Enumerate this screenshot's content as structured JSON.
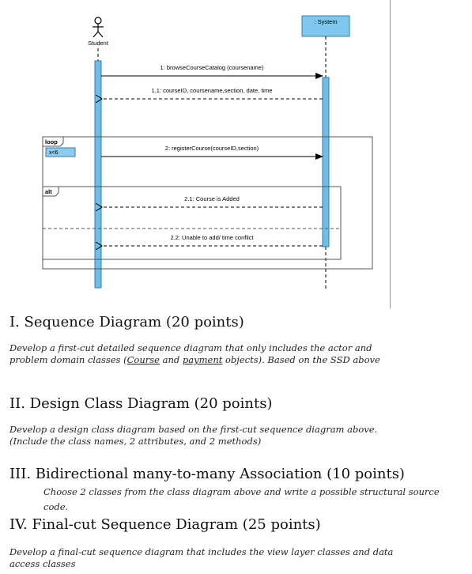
{
  "diagram": {
    "actor_label": "Student",
    "system_label": ": System",
    "msg1": "1: browseCourseCatalog (coursename)",
    "msg1_1": "1.1: courseID, coursename,section, date, time",
    "loop_tag": "loop",
    "loop_guard": "x<6",
    "msg2": "2: registerCourse(courseID,section)",
    "alt_tag": "alt",
    "msg2_1": "2.1: Course is Added",
    "msg2_2": "2.2: Unable to add/ time conflict"
  },
  "sections": [
    {
      "title": "I. Sequence Diagram (20 points)",
      "line1": "Develop a first-cut detailed sequence diagram that only includes the actor and",
      "line2_pre": "problem domain classes (",
      "line2_u1": "Course",
      "line2_mid": " and ",
      "line2_u2": "payment",
      "line2_post": " objects). Based on the SSD above"
    },
    {
      "title": "II. Design Class Diagram (20 points)",
      "line1": "Develop a design class diagram based on the first-cut sequence diagram above.",
      "line2": "(Include the class names, 2 attributes, and 2 methods)"
    },
    {
      "title": "III.   Bidirectional many-to-many Association (10 points)",
      "line1": "Choose 2 classes from the class diagram above and write a possible structural source",
      "line2": "code."
    },
    {
      "title": "IV.   Final-cut Sequence Diagram (25 points)",
      "line1": "Develop a final-cut sequence diagram that includes the view layer classes and data",
      "line2": "access classes"
    }
  ]
}
